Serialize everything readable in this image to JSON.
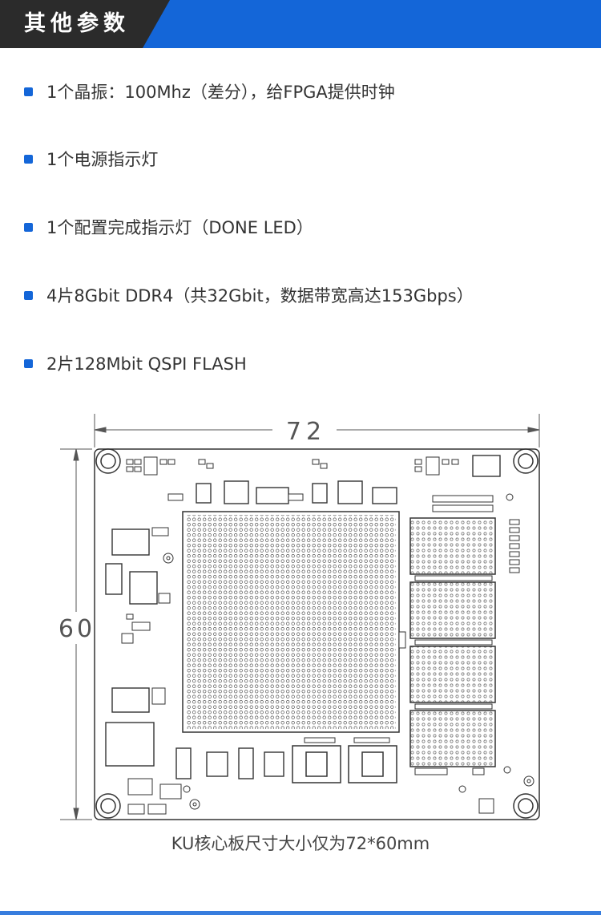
{
  "header": {
    "title": "其他参数"
  },
  "features": [
    "1个晶振：100Mhz（差分），给FPGA提供时钟",
    "1个电源指示灯",
    "1个配置完成指示灯（DONE LED）",
    "4片8Gbit DDR4（共32Gbit，数据带宽高达153Gbps）",
    "2片128Mbit QSPI FLASH"
  ],
  "board": {
    "width_label": "72",
    "height_label": "60"
  },
  "caption": "KU核心板尺寸大小仅为72*60mm",
  "colors": {
    "accent": "#1466d8",
    "tab": "#2b2b2b"
  }
}
